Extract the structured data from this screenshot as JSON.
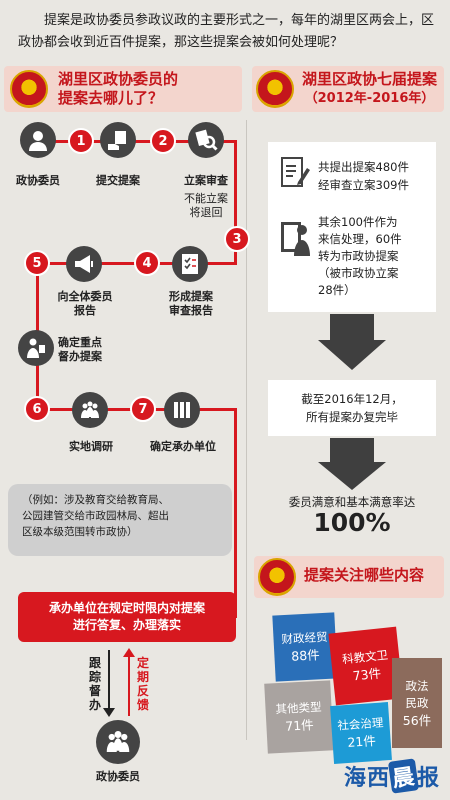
{
  "intro": "提案是政协委员参政议政的主要形式之一，每年的湖里区两会上，区政协都会收到近百件提案，那这些提案会被如何处理呢？",
  "left_header": {
    "line1": "湖里区政协委员的",
    "line2": "提案去哪儿了？"
  },
  "right_header": {
    "line1": "湖里区政协七届提案",
    "line2": "（2012年-2016年）"
  },
  "steps": [
    {
      "num": "1",
      "label": "政协委员",
      "icon": "person-icon"
    },
    {
      "num": "2",
      "label": "提交提案",
      "icon": "hand-document-icon"
    },
    {
      "num": "3",
      "label": "立案审查",
      "sub": "不能立案将退回",
      "icon": "magnifier-icon"
    },
    {
      "num": "4",
      "label": "形成提案审查报告",
      "icon": "checklist-icon"
    },
    {
      "num": "5",
      "label": "向全体委员报告",
      "icon": "megaphone-icon"
    },
    {
      "num": "",
      "label": "确定重点督办提案",
      "icon": "speaker-icon"
    },
    {
      "num": "6",
      "label": "实地调研",
      "icon": "group-icon"
    },
    {
      "num": "7",
      "label": "确定承办单位",
      "icon": "building-icon"
    }
  ],
  "step_labels": {
    "s1": "政协委员",
    "s2": "提交提案",
    "s3": "立案审查",
    "s3_sub1": "不能立案",
    "s3_sub2": "将退回",
    "s4_l1": "形成提案",
    "s4_l2": "审查报告",
    "s5_l1": "向全体委员",
    "s5_l2": "报告",
    "key_l1": "确定重点",
    "key_l2": "督办提案",
    "s6": "实地调研",
    "s7": "确定承办单位",
    "n1": "1",
    "n2": "2",
    "n3": "3",
    "n4": "4",
    "n5": "5",
    "n6": "6",
    "n7": "7"
  },
  "note": {
    "l1": "（例如：涉及教育交给教育局、",
    "l2": "公园建管交给市政园林局、超出",
    "l3": "区级本级范围转市政协）"
  },
  "banner": {
    "l1": "承办单位在规定时限内对提案",
    "l2": "进行答复、办理落实"
  },
  "follow_left": "跟踪督办",
  "follow_right": "定期反馈",
  "bottom_member": "政协委员",
  "stats": {
    "a1": "共提出提案480件",
    "a2": "经审查立案309件",
    "b1": "其余100件作为",
    "b2": "来信处理，60件",
    "b3": "转为市政协提案",
    "b4": "（被市政协立案",
    "b5": "28件）"
  },
  "deadline": {
    "l1": "截至2016年12月，",
    "l2": "所有提案办复完毕"
  },
  "satisfaction": {
    "label": "委员满意和基本满意率达",
    "value": "100%"
  },
  "topics_header": "提案关注哪些内容",
  "topics": [
    {
      "name": "财政经贸",
      "count": "88件",
      "color": "#2a6fb8"
    },
    {
      "name": "科教文卫",
      "count": "73件",
      "color": "#d7181f"
    },
    {
      "name": "政法民政",
      "count": "56件",
      "color": "#8c6b5c"
    },
    {
      "name": "其他类型",
      "count": "71件",
      "color": "#a9a3a0"
    },
    {
      "name": "社会治理",
      "count": "21件",
      "color": "#1d9bd6"
    }
  ],
  "topics_text": {
    "t1a": "财政经贸",
    "t1b": "88件",
    "t2a": "科教文卫",
    "t2b": "73件",
    "t3a": "政法",
    "t3b": "民政",
    "t3c": "56件",
    "t4a": "其他类型",
    "t4b": "71件",
    "t5a": "社会治理",
    "t5b": "21件"
  },
  "logo": {
    "a": "海西",
    "b": "晨",
    "c": "报"
  },
  "colors": {
    "red": "#d7181f",
    "dark": "#444444",
    "pink": "#f3d5cd",
    "blue": "#2a6fb8"
  }
}
